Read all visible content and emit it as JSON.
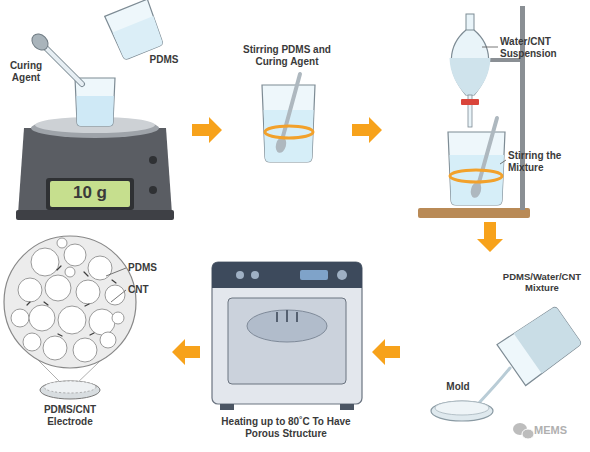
{
  "diagram": {
    "nodes": [
      {
        "text": [
          "Curing Agent",
          "PDMS",
          "10 g"
        ]
      },
      {
        "text": [
          "Stirring PDMS and Curing Agent"
        ]
      },
      {
        "text": [
          "Water/CNT Suspension",
          "Stirring the Mixture"
        ]
      },
      {
        "text": [
          "PDMS/Water/CNT Mixture",
          "Mold"
        ]
      },
      {
        "text": [
          "Heating up to 80˚C To Have Porous Structure"
        ]
      },
      {
        "text": [
          "PDMS",
          "CNT",
          "PDMS/CNT Electrode"
        ]
      }
    ],
    "edges": [
      {
        "from": 0,
        "to": 1,
        "arrow": "to"
      },
      {
        "from": 1,
        "to": 2,
        "arrow": "to"
      },
      {
        "from": 2,
        "to": 3,
        "arrow": "to"
      },
      {
        "from": 3,
        "to": 4,
        "arrow": "to"
      },
      {
        "from": 4,
        "to": 5,
        "arrow": "to"
      }
    ],
    "labels": [
      "MEMS"
    ]
  }
}
